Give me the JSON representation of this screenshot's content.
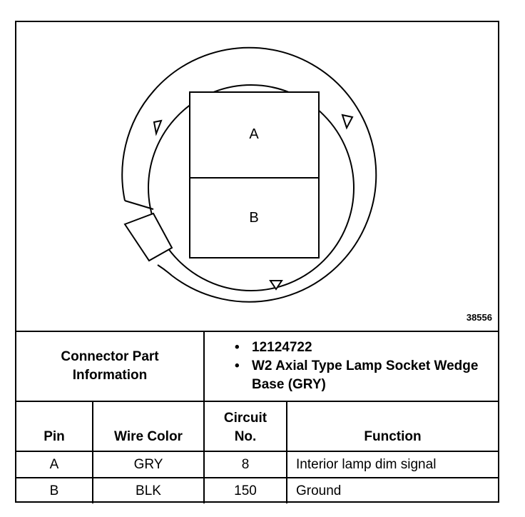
{
  "diagram": {
    "cavity_a_label": "A",
    "cavity_b_label": "B",
    "figure_number": "38556"
  },
  "connector_info": {
    "label_line1": "Connector Part",
    "label_line2": "Information",
    "items": [
      "12124722",
      "W2 Axial Type Lamp Socket Wedge Base (GRY)"
    ]
  },
  "table": {
    "headers": {
      "pin": "Pin",
      "wire_color": "Wire Color",
      "circuit_line1": "Circuit",
      "circuit_line2": "No.",
      "function": "Function"
    },
    "rows": [
      {
        "pin": "A",
        "wire_color": "GRY",
        "circuit": "8",
        "function": "Interior lamp dim signal"
      },
      {
        "pin": "B",
        "wire_color": "BLK",
        "circuit": "150",
        "function": "Ground"
      }
    ]
  }
}
